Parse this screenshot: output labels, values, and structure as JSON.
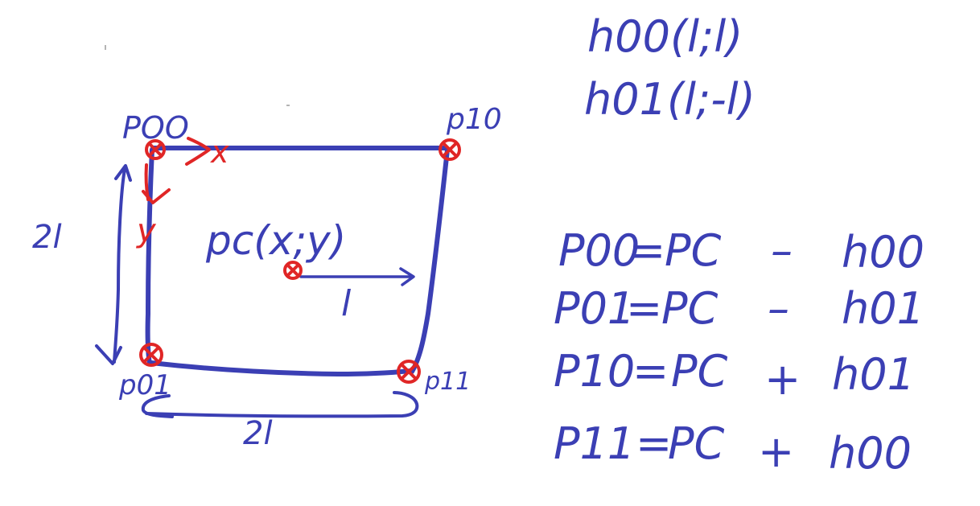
{
  "colors": {
    "ink_blue": "#3b3fb4",
    "ink_red": "#e02626",
    "background": "#ffffff"
  },
  "corners": {
    "p00": "POO",
    "p10": "p10",
    "p01": "p01",
    "p11": "p11"
  },
  "axes": {
    "x": "x",
    "y": "y"
  },
  "center_label": "pc(x;y)",
  "half_width_label": "l",
  "side_height_label": "2l",
  "side_width_label": "2l",
  "vectors": [
    "h00(l;l)",
    "h01(l;-l)"
  ],
  "equations": [
    {
      "lhs": "P00",
      "eq": "=",
      "pc": "PC",
      "op": "–",
      "rhs": "h00"
    },
    {
      "lhs": "P01",
      "eq": "=",
      "pc": "PC",
      "op": "–",
      "rhs": "h01"
    },
    {
      "lhs": "P10",
      "eq": "=",
      "pc": "PC",
      "op": "+",
      "rhs": "h01"
    },
    {
      "lhs": "P11",
      "eq": "=",
      "pc": "PC",
      "op": "+",
      "rhs": "h00"
    }
  ]
}
